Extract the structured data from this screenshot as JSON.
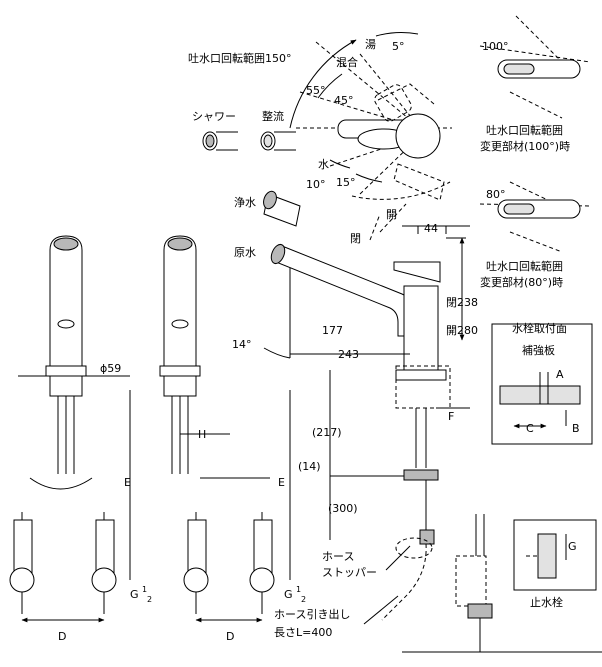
{
  "labels": {
    "spout_rotation_range": "吐水口回転範囲150°",
    "hot": "湯",
    "mixed": "混合",
    "water": "水",
    "angle_5": "5°",
    "angle_55": "55°",
    "angle_45": "45°",
    "angle_10": "10°",
    "angle_15": "15°",
    "shower": "シャワー",
    "laminar": "整流",
    "purified_water": "浄水",
    "raw_water": "原水",
    "open": "開",
    "close": "閉",
    "angle_100": "100°",
    "angle_80": "80°",
    "change_100_line1": "吐水口回転範囲",
    "change_100_line2": "変更部材(100°)時",
    "change_80_line1": "吐水口回転範囲",
    "change_80_line2": "変更部材(80°)時",
    "dim_44": "44",
    "dim_close_238": "閉238",
    "dim_open_280": "開280",
    "dim_177": "177",
    "dim_243": "243",
    "angle_14": "14°",
    "dim_phi59": "ϕ59",
    "dim_217": "(217)",
    "dim_14": "(14)",
    "dim_300": "(300)",
    "dim_h": "H",
    "dim_e_left": "E",
    "dim_e_right": "E",
    "dim_f": "F",
    "dim_a": "A",
    "dim_b": "B",
    "dim_c": "C",
    "dim_d_left": "D",
    "dim_d_right": "D",
    "dim_g": "G",
    "thread_g_left": "G",
    "thread_g_right": "G",
    "thread_fraction_num": "1",
    "thread_fraction_den": "2",
    "faucet_mount_surface": "水栓取付面",
    "reinforcing_plate": "補強板",
    "hose_stopper_line1": "ホース",
    "hose_stopper_line2": "ストッパー",
    "hose_pullout_line1": "ホース引き出し",
    "hose_pullout_line2": "長さL=400",
    "stop_valve": "止水栓"
  }
}
